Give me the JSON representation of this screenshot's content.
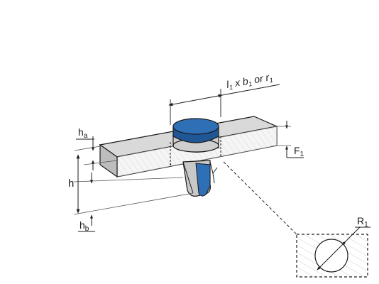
{
  "labels": {
    "dimension_top": {
      "l": "l",
      "l_sub": "1",
      "x": " x ",
      "b": "b",
      "b_sub": "1",
      "or": " or ",
      "r": "r",
      "r_sub": "1"
    },
    "ha": {
      "main": "h",
      "sub": "a"
    },
    "h": "h",
    "hb": {
      "main": "h",
      "sub": "b"
    },
    "F1": {
      "main": "F",
      "sub": "1"
    },
    "R1": {
      "main": "R",
      "sub": "1"
    }
  },
  "colors": {
    "cap_blue": "#2f6fb5",
    "cap_blue_dark": "#1f5694",
    "bar_top": "#dcdcdc",
    "bar_front": "#e6e6e6",
    "bar_side": "#bdbdbd",
    "outline": "#1a1a1a",
    "dim_line": "#555555"
  }
}
